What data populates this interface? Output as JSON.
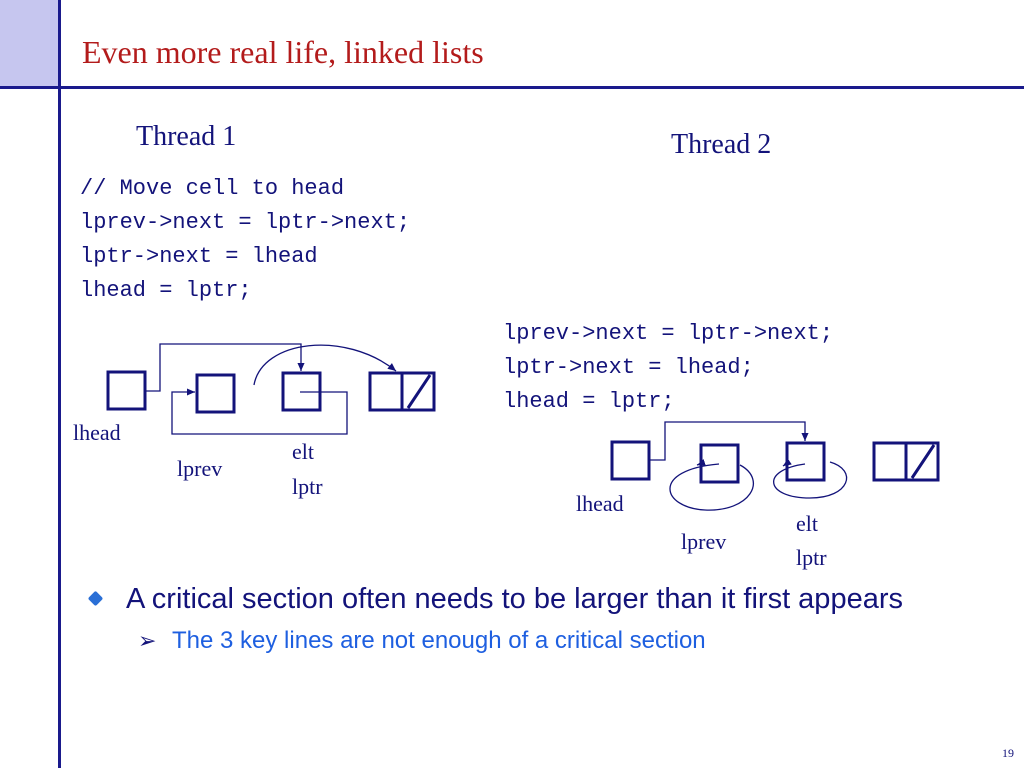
{
  "slide": {
    "title": "Even more real life, linked lists",
    "page_number": "19"
  },
  "thread1": {
    "label": "Thread 1",
    "code": [
      "// Move cell to head",
      "lprev->next = lptr->next;",
      "lptr->next = lhead",
      "lhead = lptr;"
    ],
    "diagram": {
      "labels": {
        "lhead": "lhead",
        "lprev": "lprev",
        "elt": "elt",
        "lptr": "lptr"
      }
    }
  },
  "thread2": {
    "label": "Thread 2",
    "code": [
      "lprev->next = lptr->next;",
      "lptr->next = lhead;",
      "lhead = lptr;"
    ],
    "diagram": {
      "labels": {
        "lhead": "lhead",
        "lprev": "lprev",
        "elt": "elt",
        "lptr": "lptr"
      }
    }
  },
  "bullets": {
    "main": "A critical section often needs to be larger than it first appears",
    "sub": "The 3 key lines are not enough of a critical section"
  },
  "colors": {
    "title": "#b31b1b",
    "text": "#13137a",
    "rule": "#1a1a8c",
    "sub_bullet": "#1e5fe0"
  }
}
